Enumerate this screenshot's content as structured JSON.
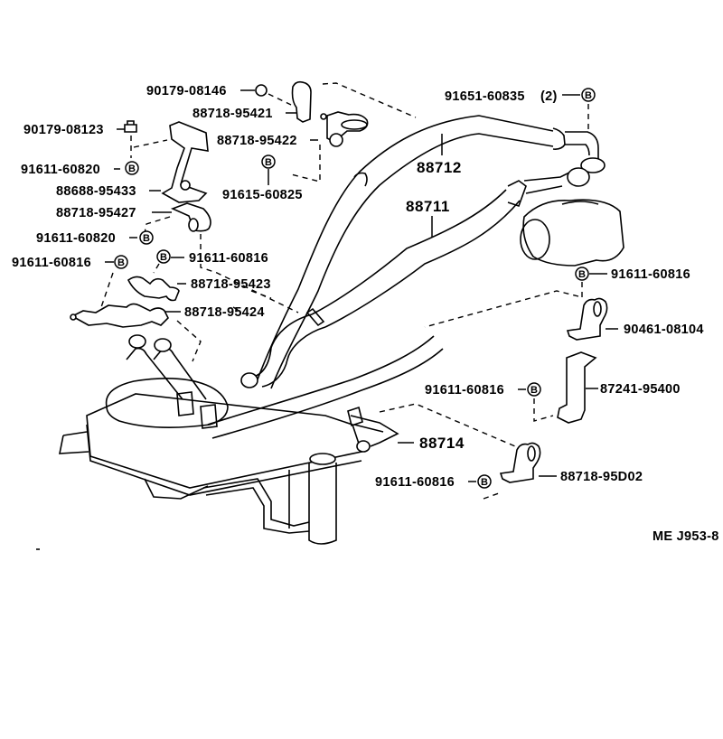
{
  "diagram": {
    "title_code": "ME J953-8",
    "bolt_symbol": "B",
    "parts": {
      "p90179_08146": "90179-08146",
      "p88718_95421": "88718-95421",
      "p90179_08123": "90179-08123",
      "p88718_95422": "88718-95422",
      "p91611_60820_a": "91611-60820",
      "p91615_60825": "91615-60825",
      "p88688_95433": "88688-95433",
      "p88718_95427": "88718-95427",
      "p91611_60820_b": "91611-60820",
      "p91611_60816_a": "91611-60816",
      "p91611_60816_b": "91611-60816",
      "p88718_95423": "88718-95423",
      "p88718_95424": "88718-95424",
      "p91651_60835": "91651-60835",
      "p91651_60835_qty": "(2)",
      "p88712": "88712",
      "p88711": "88711",
      "p91611_60816_c": "91611-60816",
      "p90461_08104": "90461-08104",
      "p91611_60816_d": "91611-60816",
      "p87241_95400": "87241-95400",
      "p88714": "88714",
      "p91611_60816_e": "91611-60816",
      "p88718_95D02": "88718-95D02"
    }
  }
}
